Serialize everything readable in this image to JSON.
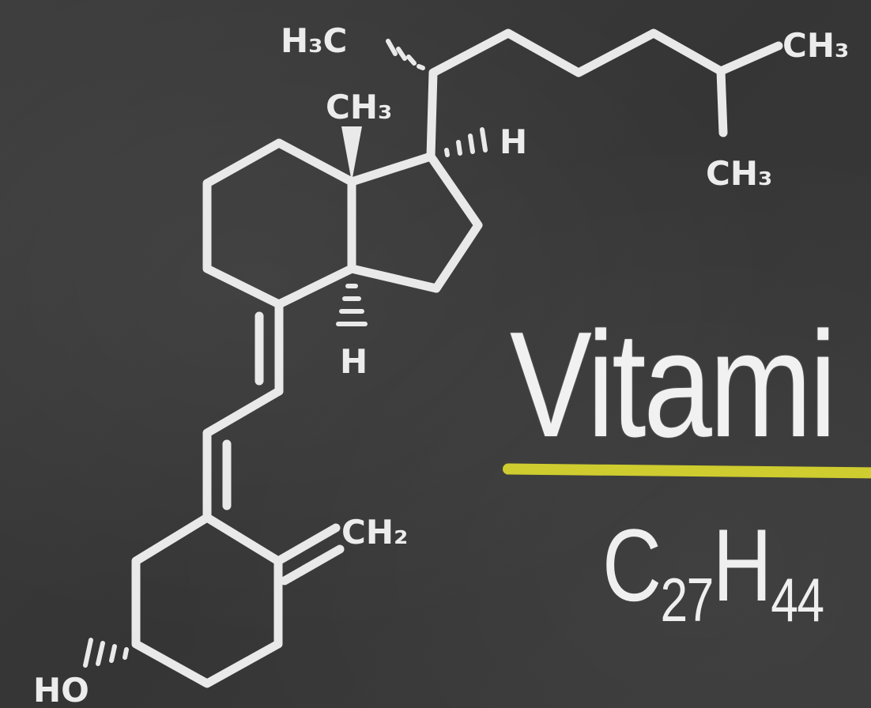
{
  "molecule": {
    "labels": {
      "h3c": "H₃C",
      "ch3_top_right": "CH₃",
      "ch3_methyl": "CH₃",
      "ch3_branch": "CH₃",
      "h_upper": "H",
      "h_lower": "H",
      "ch2": "CH₂",
      "ho": "HO"
    }
  },
  "title": "Vitami",
  "formula": {
    "c": "C",
    "c_count": "27",
    "h": "H",
    "h_count": "44"
  },
  "colors": {
    "board": "#3a3a3a",
    "chalk": "#e9e9e9",
    "underline": "#d6d42e"
  }
}
